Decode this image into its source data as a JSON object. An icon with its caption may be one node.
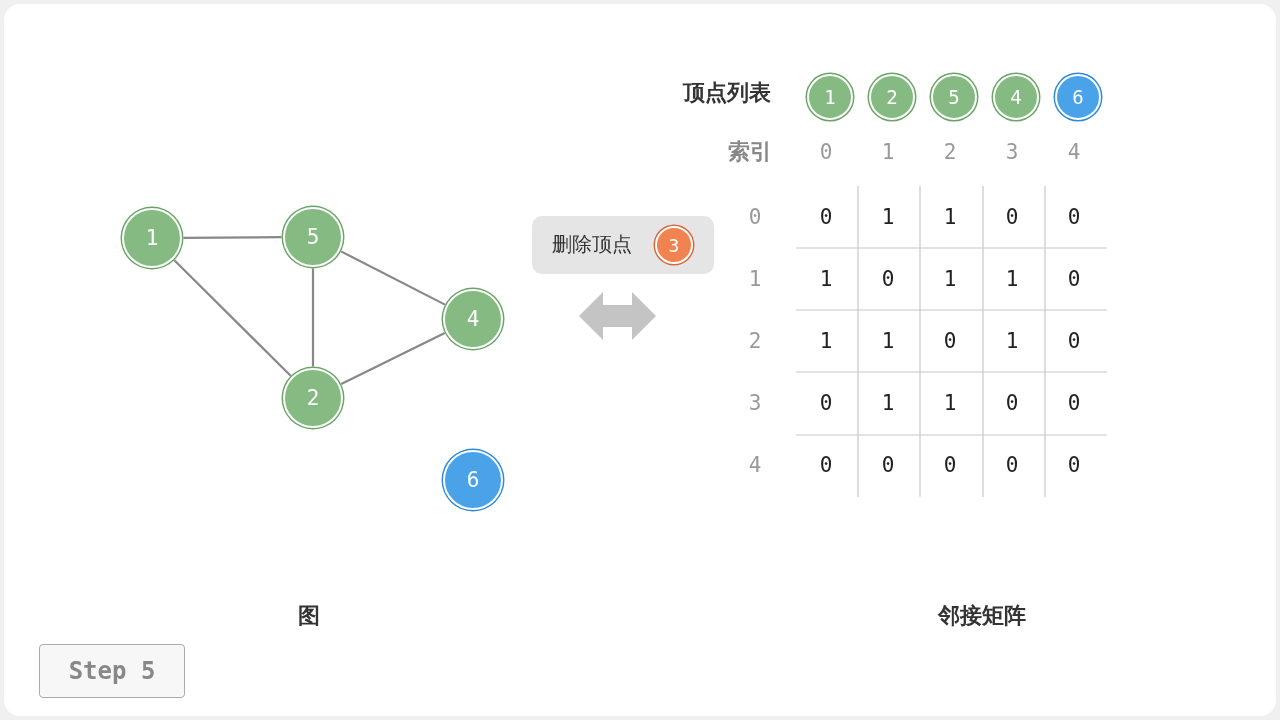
{
  "diagram": {
    "nodes": [
      {
        "text": [
          "1"
        ]
      },
      {
        "text": [
          "5"
        ]
      },
      {
        "text": [
          "4"
        ]
      },
      {
        "text": [
          "2"
        ]
      },
      {
        "text": [
          "6"
        ]
      },
      {
        "text": [
          "删除顶点"
        ]
      },
      {
        "text": [
          "3"
        ],
        "in": 5
      },
      {
        "text": [
          "1"
        ]
      },
      {
        "text": [
          "2"
        ]
      },
      {
        "text": [
          "5"
        ]
      },
      {
        "text": [
          "4"
        ]
      },
      {
        "text": [
          "6"
        ]
      },
      {
        "text": [
          "Step 5"
        ]
      }
    ],
    "edges": [
      {
        "from": 0,
        "to": 1,
        "arrow": "none"
      },
      {
        "from": 0,
        "to": 3,
        "arrow": "none"
      },
      {
        "from": 1,
        "to": 3,
        "arrow": "none"
      },
      {
        "from": 1,
        "to": 2,
        "arrow": "none"
      },
      {
        "from": 3,
        "to": 2,
        "arrow": "none"
      }
    ],
    "labels": [
      "顶点列表",
      "索引",
      "0",
      "1",
      "2",
      "3",
      "4",
      "0",
      "0",
      "1",
      "1",
      "0",
      "0",
      "1",
      "1",
      "0",
      "1",
      "1",
      "0",
      "2",
      "1",
      "1",
      "0",
      "1",
      "0",
      "3",
      "0",
      "1",
      "1",
      "0",
      "0",
      "4",
      "0",
      "0",
      "0",
      "0",
      "0",
      "图",
      "邻接矩阵"
    ]
  }
}
